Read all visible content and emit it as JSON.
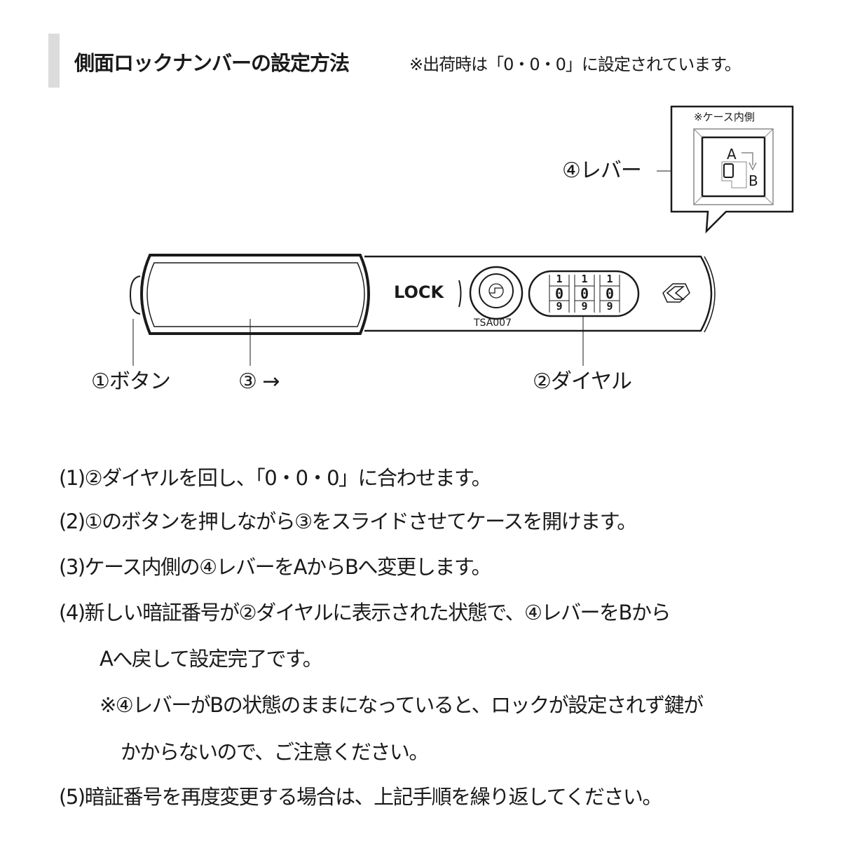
{
  "header": {
    "title": "側面ロックナンバーの設定方法",
    "note": "※出荷時は「0・0・0」に設定されています。"
  },
  "diagram": {
    "lock_label": "LOCK",
    "key_label": "TSA007",
    "dial": {
      "top_digits": [
        "1",
        "1",
        "1"
      ],
      "middle_digits": [
        "0",
        "0",
        "0"
      ],
      "bottom_digits": [
        "9",
        "9",
        "9"
      ]
    },
    "callouts": {
      "button": "①ボタン",
      "slider": "③ →",
      "dial": "②ダイヤル",
      "lever": "④レバー"
    },
    "inset": {
      "title": "※ケース内側",
      "position_a": "A",
      "position_b": "B"
    },
    "icons": [
      "tsa-lock-icon",
      "key-cylinder-icon",
      "combination-dial",
      "lever-switch-icon"
    ],
    "colors": {
      "line": "#1a1a1a",
      "accent_bar": "#dcdcdc",
      "inset_bevel": "#8a8a8a"
    }
  },
  "steps": [
    {
      "text": "(1)②ダイヤルを回し、「0・0・0」に合わせます。"
    },
    {
      "text": "(2)①のボタンを押しながら③をスライドさせてケースを開けます。"
    },
    {
      "text": "(3)ケース内側の④レバーをAからBへ変更します。"
    },
    {
      "text": "(4)新しい暗証番号が②ダイヤルに表示された状態で、④レバーをBから"
    },
    {
      "text": "Aへ戻して設定完了です。"
    },
    {
      "text": "※④レバーがBの状態のままになっていると、ロックが設定されず鍵が"
    },
    {
      "text": "かからないので、ご注意ください。"
    },
    {
      "text": "(5)暗証番号を再度変更する場合は、上記手順を繰り返してください。"
    }
  ]
}
